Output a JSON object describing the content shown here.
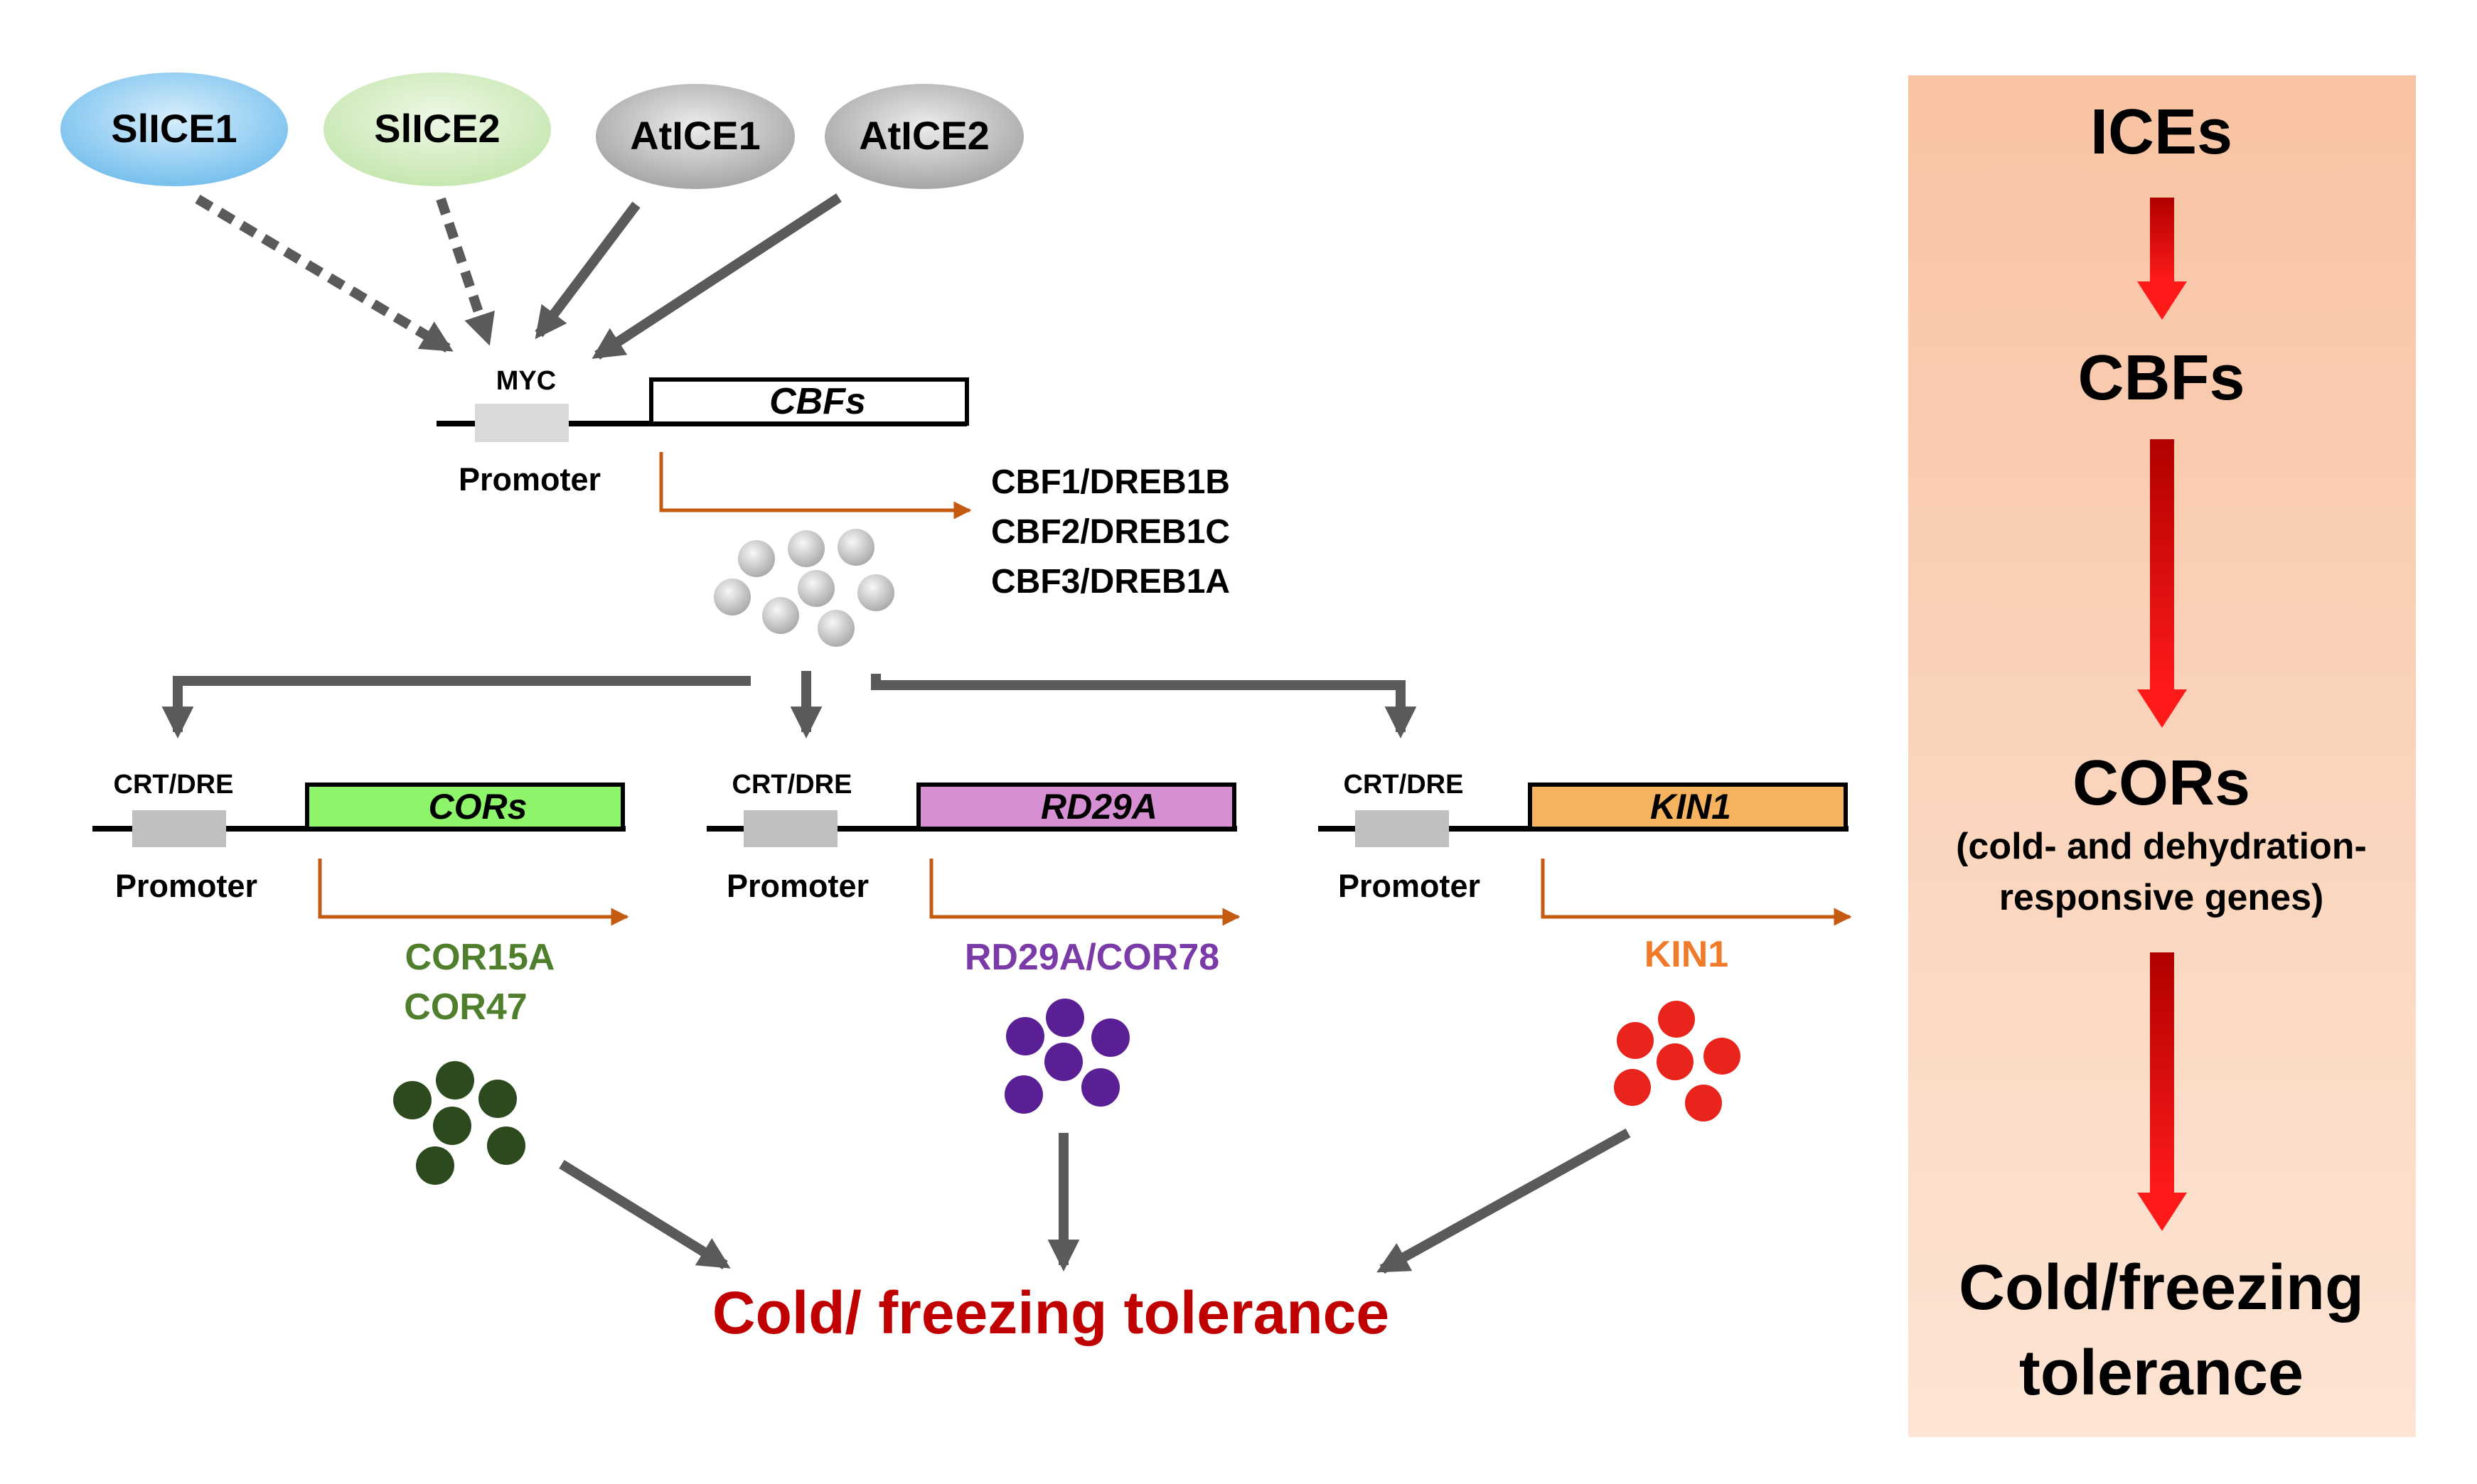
{
  "regulators": [
    {
      "label": "SlICE1",
      "color": "#79c4f2"
    },
    {
      "label": "SlICE2",
      "color": "#c8e9b4"
    },
    {
      "label": "AtICE1",
      "color": "#a8a8a8"
    },
    {
      "label": "AtICE2",
      "color": "#a8a8a8"
    }
  ],
  "cbf_gene": {
    "motif_label": "MYC",
    "promoter_label": "Promoter",
    "gene_label": "CBFs",
    "products": [
      "CBF1/DREB1B",
      "CBF2/DREB1C",
      "CBF3/DREB1A"
    ]
  },
  "target_genes": [
    {
      "motif_label": "CRT/DRE",
      "promoter_label": "Promoter",
      "gene_label": "CORs",
      "box_color": "#8ef46a",
      "products": [
        "COR15A",
        "COR47"
      ],
      "product_color": "#4f7f2c",
      "dot_color": "#2d4a1e"
    },
    {
      "motif_label": "CRT/DRE",
      "promoter_label": "Promoter",
      "gene_label": "RD29A",
      "box_color": "#d58fd2",
      "products": [
        "RD29A/COR78"
      ],
      "product_color": "#7a3aa8",
      "dot_color": "#5a1f94"
    },
    {
      "motif_label": "CRT/DRE",
      "promoter_label": "Promoter",
      "gene_label": "KIN1",
      "box_color": "#f5b25f",
      "products": [
        "KIN1"
      ],
      "product_color": "#ef7b2a",
      "dot_color": "#e8241c"
    }
  ],
  "outcome": {
    "label": "Cold/ freezing tolerance",
    "color": "#c00000"
  },
  "summary_panel": {
    "steps": [
      {
        "label": "ICEs",
        "sublabel": []
      },
      {
        "label": "CBFs",
        "sublabel": []
      },
      {
        "label": "CORs",
        "sublabel": [
          "(cold- and dehydration-",
          "responsive genes)"
        ]
      },
      {
        "label": "Cold/freezing",
        "sublabel": []
      }
    ],
    "last_line": "tolerance",
    "arrow_color": "#e50000",
    "background_color": "#f8cbad"
  },
  "colors": {
    "arrow_gray": "#5a5a5a",
    "transcript_arrow": "#c55a11",
    "cbf_dot": "#bdbdbd",
    "promoter_box": "#bfbfbf"
  }
}
